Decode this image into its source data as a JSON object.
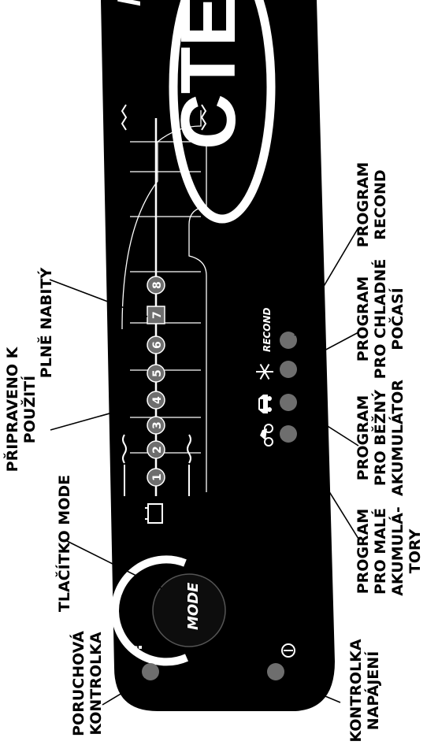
{
  "brand": {
    "logo_text": "CTEK",
    "model_fragment": "M"
  },
  "panel": {
    "mode_button_label": "MODE",
    "recond_label": "RECOND"
  },
  "steps": [
    "1",
    "2",
    "3",
    "4",
    "5",
    "6",
    "7",
    "8"
  ],
  "callouts": {
    "fault": [
      "PORUCHOVÁ",
      "KONTROLKA"
    ],
    "mode_button": [
      "TLAČÍTKO MODE"
    ],
    "ready": [
      "PŘIPRAVENO K",
      "POUŽITÍ"
    ],
    "full": [
      "PLNĚ NABITÝ"
    ],
    "power": [
      "KONTROLKA",
      "NAPÁJENÍ"
    ],
    "small_battery": [
      "PROGRAM",
      "PRO MALÉ",
      "AKUMULÁ-",
      "TORY"
    ],
    "normal_battery": [
      "PROGRAM",
      "PRO BĚŽNÝ",
      "AKUMULÁTOR"
    ],
    "cold_weather": [
      "PROGRAM",
      "PRO CHLADNÉ",
      "POČASÍ"
    ],
    "recond": [
      "PROGRAM",
      "RECOND"
    ]
  },
  "colors": {
    "panel": "#000000",
    "led": "#6e6e6e",
    "foreground": "#ffffff",
    "background": "#ffffff"
  },
  "icons": [
    "exclamation-icon",
    "power-icon",
    "battery-icon",
    "motorcycle-icon",
    "car-icon",
    "snowflake-icon"
  ]
}
